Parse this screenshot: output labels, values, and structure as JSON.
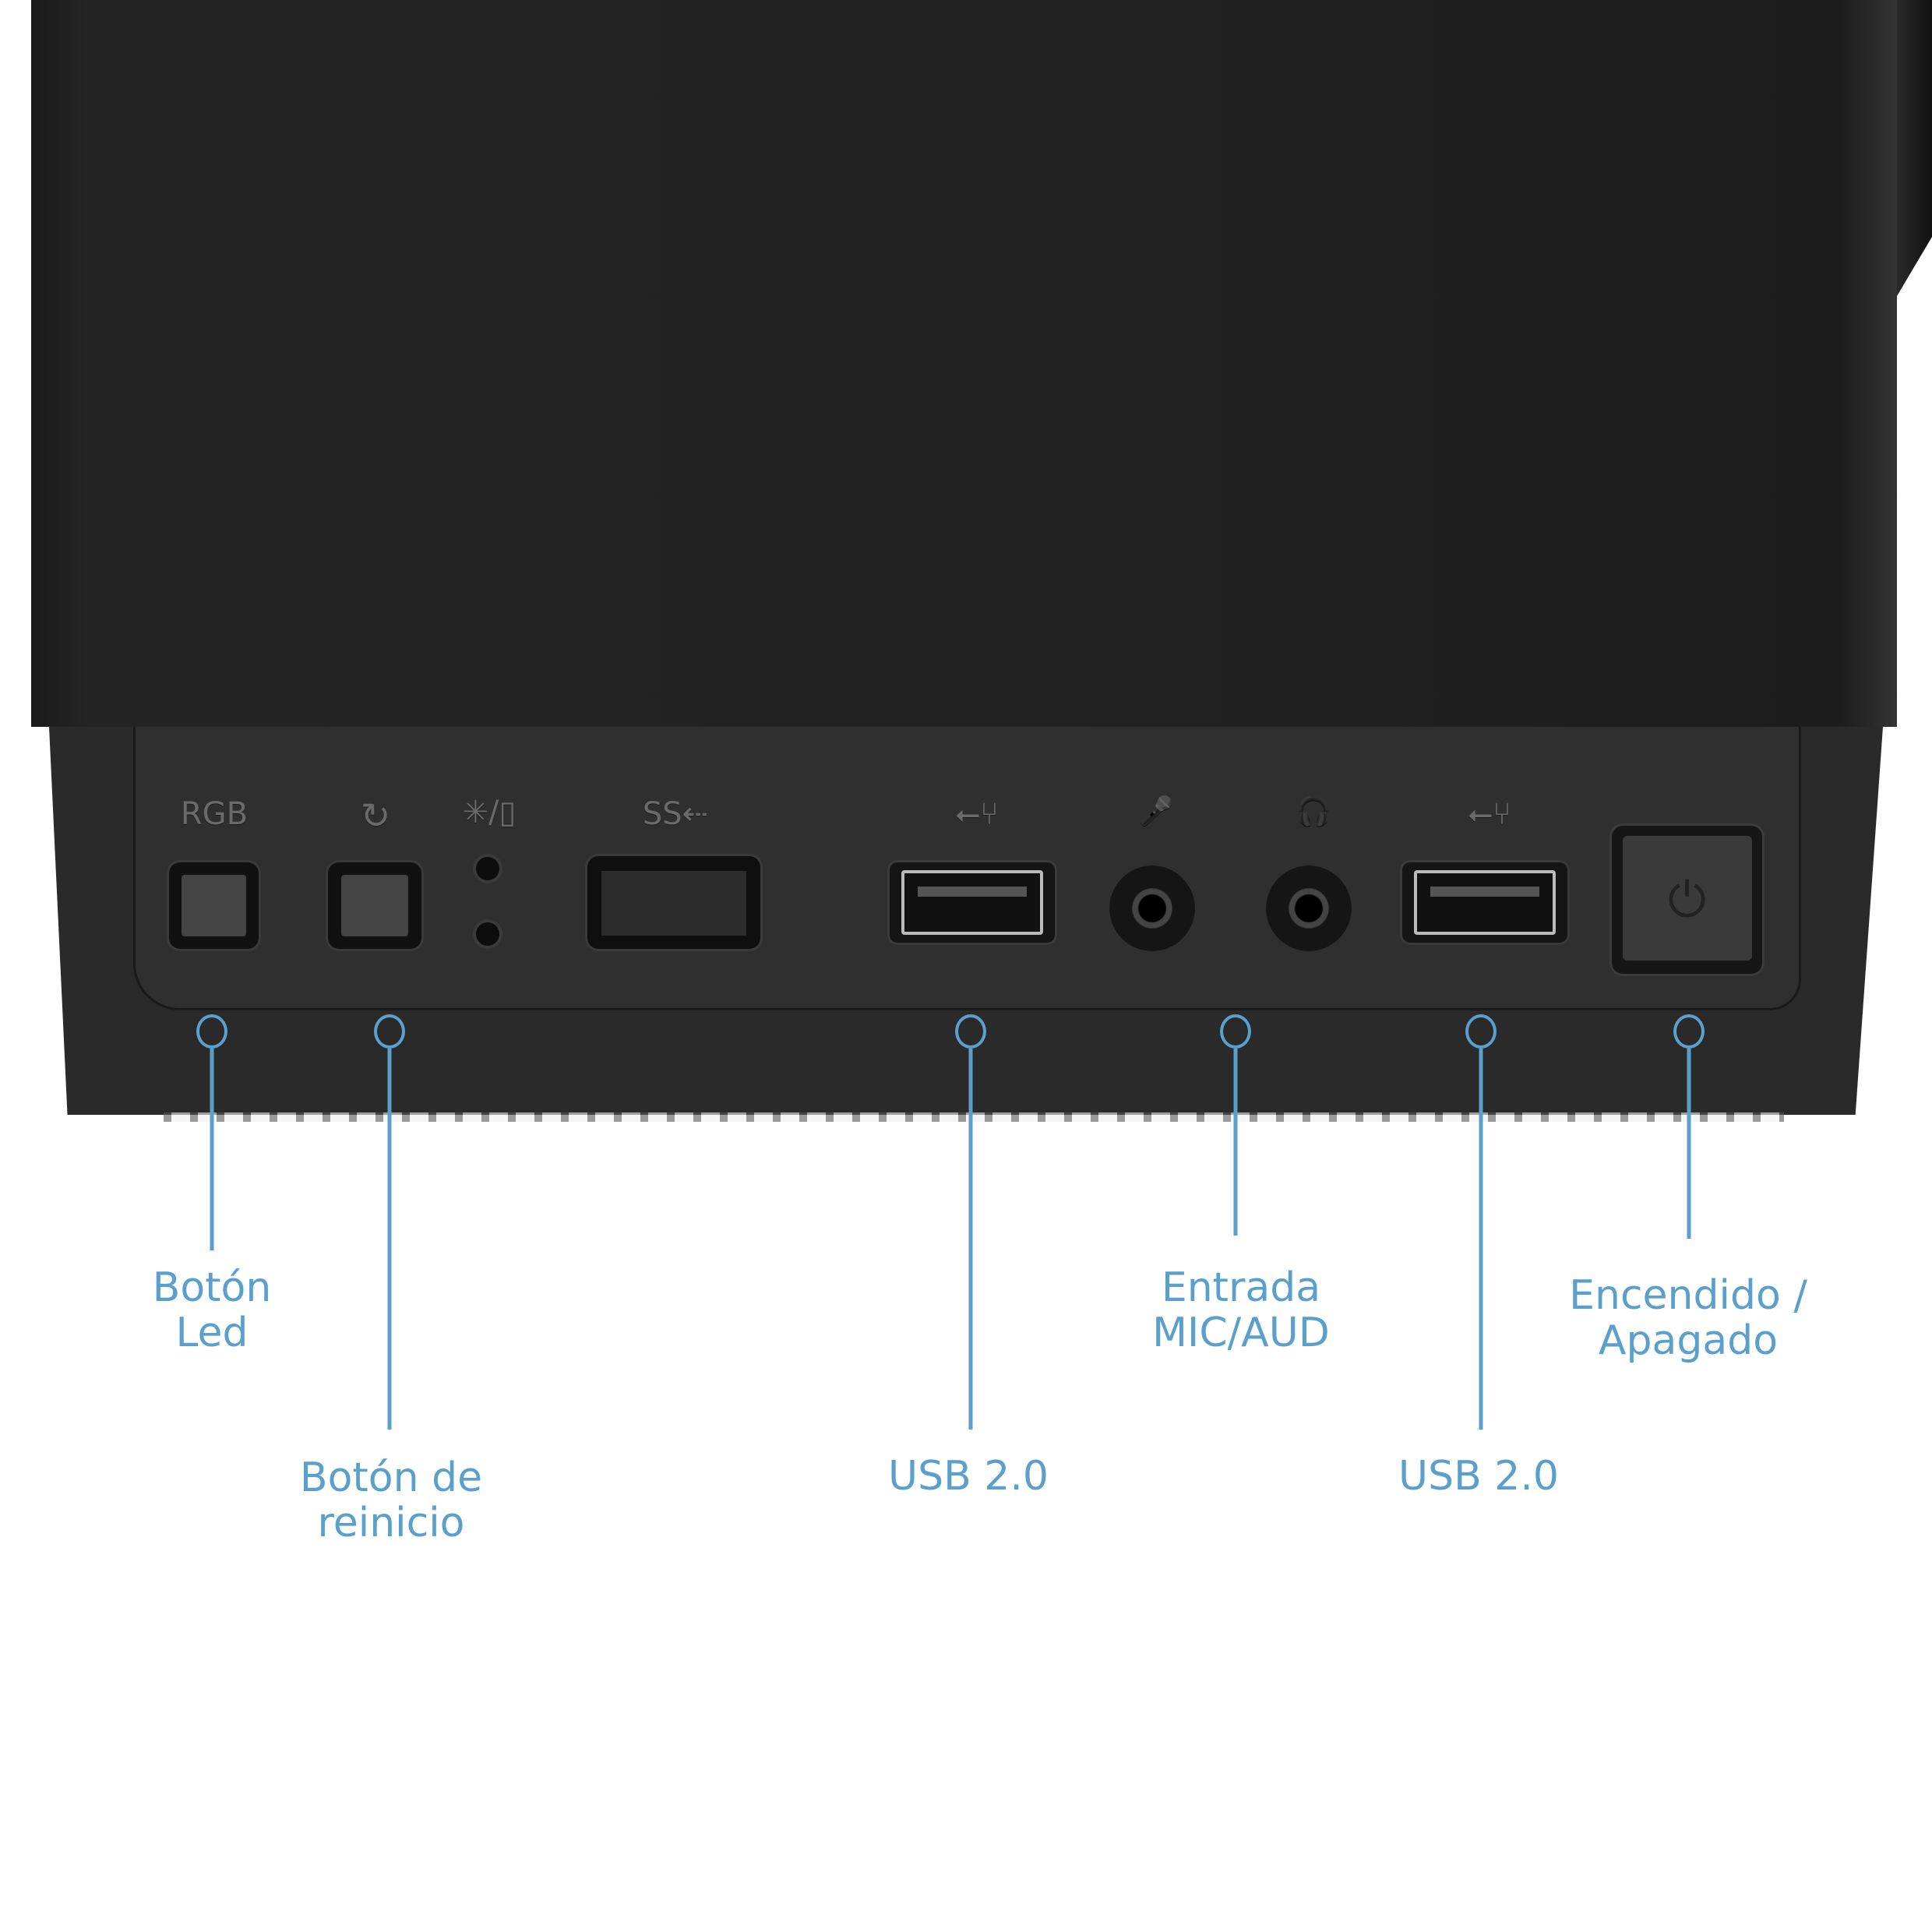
{
  "panel_markings": {
    "rgb": "RGB",
    "reset_icon": "↻",
    "led_icon": "✳/▯",
    "usb3": "SS⇠",
    "usb_icon": "⭠⑂",
    "mic_icon": "🎤",
    "headphone_icon": "🎧",
    "power_icon": "⏻"
  },
  "callouts": [
    {
      "line1": "Botón",
      "line2": "Led"
    },
    {
      "line1": "Botón de",
      "line2": "reinicio"
    },
    {
      "line1": "USB 2.0"
    },
    {
      "line1": "Entrada",
      "line2": "MIC/AUD"
    },
    {
      "line1": "USB 2.0"
    },
    {
      "line1": "Encendido /",
      "line2": "Apagado"
    }
  ],
  "colors": {
    "accent": "#5b9fcc",
    "case": "#222222"
  }
}
